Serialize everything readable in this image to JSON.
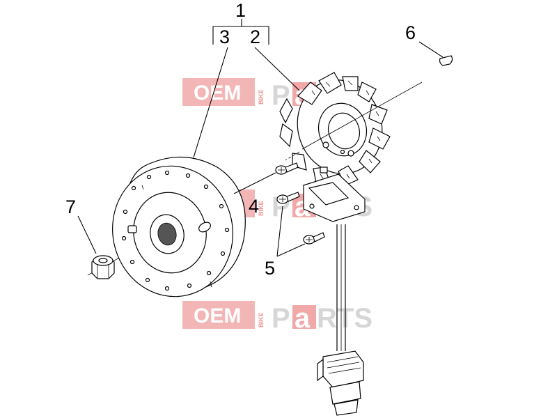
{
  "callouts": {
    "c1": "1",
    "c2": "2",
    "c3": "3",
    "c4": "4",
    "c5": "5",
    "c6": "6",
    "c7": "7"
  },
  "watermark": {
    "oem": "OEM",
    "bike": "BIKE",
    "parts_p": "P",
    "parts_a": "a",
    "parts_rts": "RTS"
  },
  "colors": {
    "watermark_red": "#e97a7a",
    "watermark_gray": "#c9c9c9",
    "ink": "#000000"
  }
}
